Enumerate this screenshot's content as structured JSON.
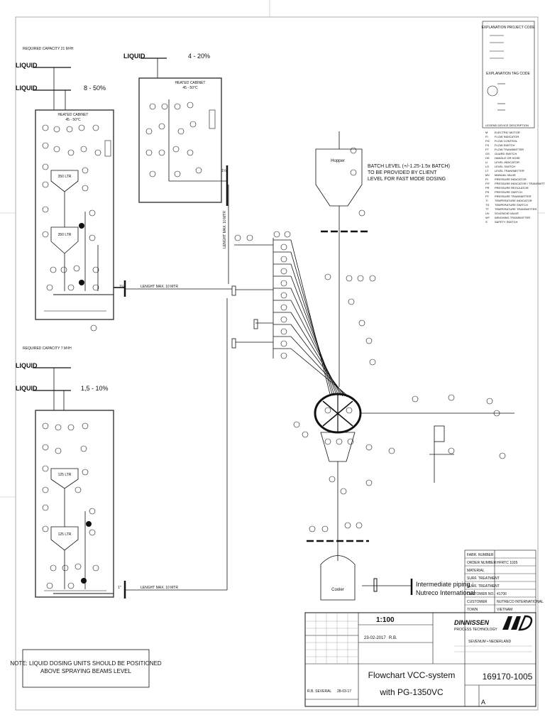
{
  "dosing_unit_1": {
    "required_capacity": "REQUIRED CAPACITY 21 M³/H",
    "liquid_a": "LIQUID",
    "liquid_b": "LIQUID",
    "percentage": "8 - 50%",
    "cabinet_title": "HEATED CABINET",
    "cabinet_temp": "45 - 50°C",
    "tank_upper": "350 LTR",
    "tank_lower": "350 LTR",
    "pipe_size": "1¼\"",
    "pipe_length": "LENGHT MAX. 10 MTR"
  },
  "dosing_unit_2": {
    "liquid": "LIQUID",
    "percentage": "4 - 20%",
    "cabinet_title": "HEATED CABINET",
    "cabinet_temp": "45 - 50°C",
    "pipe_size": "1¼\"",
    "pipe_length_vertical": "LENGHT MAX. 10 MTR"
  },
  "dosing_unit_3": {
    "required_capacity": "REQUIRED CAPACITY 7 M³/H",
    "liquid_a": "LIQUID",
    "liquid_b": "LIQUID",
    "percentage": "1,5 - 10%",
    "tank_upper": "125 LTR",
    "tank_lower": "125 LTR",
    "pipe_size": "1\"",
    "pipe_length": "LENGHT MAX. 10 MTR"
  },
  "process": {
    "hopper": "Hopper",
    "batch_note_1": "BATCH LEVEL (+/-1.25-1.5x BATCH)",
    "batch_note_2": "TO BE PROVIDED BY CLIENT",
    "batch_note_3": "LEVEL FOR FAST MODE DOSING",
    "cooler": "Cooler",
    "intermediate_1": "Intermediate piping :",
    "intermediate_2": "Nutreco International"
  },
  "note": {
    "line1": "NOTE: LIQUID DOSING UNITS SHOULD BE POSITIONED",
    "line2": "ABOVE SPRAYING BEAMS LEVEL"
  },
  "legend": {
    "project_code_title": "EXPLANATION PROJECT CODE",
    "tag_code_title": "EXPLANATION TAG CODE",
    "device_title": "LEGEND DEVICE DESCRIPTION",
    "device_codes": [
      "M",
      "FI",
      "FIC",
      "FS",
      "FT",
      "GS",
      "HS",
      "LI",
      "LS",
      "LT",
      "MV",
      "PI",
      "PIT",
      "PR",
      "PS",
      "PT",
      "TI",
      "TS",
      "TT",
      "UV",
      "WT",
      "S"
    ],
    "device_descriptions": [
      "ELECTRIC MOTOR",
      "FLOW INDICATOR",
      "FLOW CONTROL",
      "FLOW SWITCH",
      "FLOW TRANSMITTER",
      "GUARD SWITCH",
      "HANDLE OR HOSE",
      "LEVEL INDICATOR",
      "LEVEL SWITCH",
      "LEVEL TRANSMITTER",
      "MANUAL VALVE",
      "PRESSURE INDICATOR",
      "PRESSURE INDICATOR / TRANSMITTER",
      "PRESSURE REGULATOR",
      "PRESSURE SWITCH",
      "PRESSURE TRANSMITTER",
      "TEMPERATURE INDICATOR",
      "TEMPERATURE SWITCH",
      "TEMPERATURE TRANSMITTER",
      "SOLENOID VALVE",
      "WEIGHING TRANSMITTER",
      "SAFETY SWITCH"
    ]
  },
  "info_table": {
    "labels": [
      "FABR. NUMBER",
      "ORDER NUMBER",
      "MATERIAL",
      "SURF. TREATMENT",
      "SURF. TREATMENT",
      "CUSTOMER NO.",
      "CUSTOMER",
      "TOWN"
    ],
    "values": [
      "",
      "HFRTC 1035",
      "",
      "",
      "",
      "41706",
      "NUTRECO INTERNATIONAL",
      "VIETNAM"
    ]
  },
  "title_block": {
    "scale": "1:100",
    "date": "23-02-2017",
    "drawn_by": "R.B.",
    "title_line1": "Flowchart VCC-system",
    "title_line2": "with PG-1350VC",
    "drawing_number": "169170-1005",
    "sheet": "A",
    "revision_by": "R.B. SEVERAL",
    "revision_date": "28-03-17",
    "company_name": "DINNISSEN",
    "company_sub": "PROCESS TECHNOLOGY",
    "company_address": "SEVENUM • NEDERLAND"
  }
}
